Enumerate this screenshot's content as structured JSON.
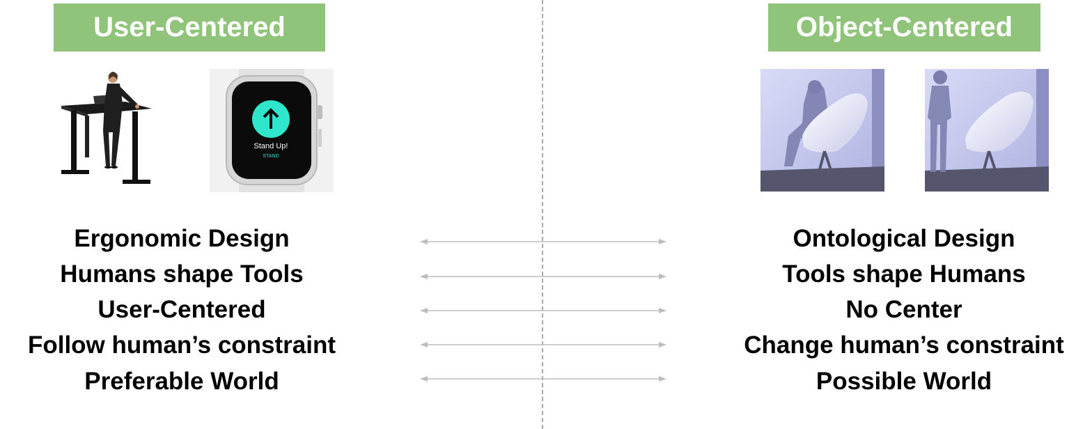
{
  "left": {
    "title": "User-Centered",
    "watch_text": "Stand Up!",
    "watch_subtext": "STAND",
    "rows": [
      "Ergonomic Design",
      "Humans shape Tools",
      "User-Centered",
      "Follow human’s constraint",
      "Preferable World"
    ]
  },
  "right": {
    "title": "Object-Centered",
    "rows": [
      "Ontological Design",
      "Tools shape Humans",
      "No Center",
      "Change human’s constraint",
      "Possible World"
    ]
  },
  "colors": {
    "header_green": "#8fc47a",
    "watch_accent": "#2ee6cc",
    "divider": "#a8a8a8",
    "arrow": "#bdbdbd"
  }
}
